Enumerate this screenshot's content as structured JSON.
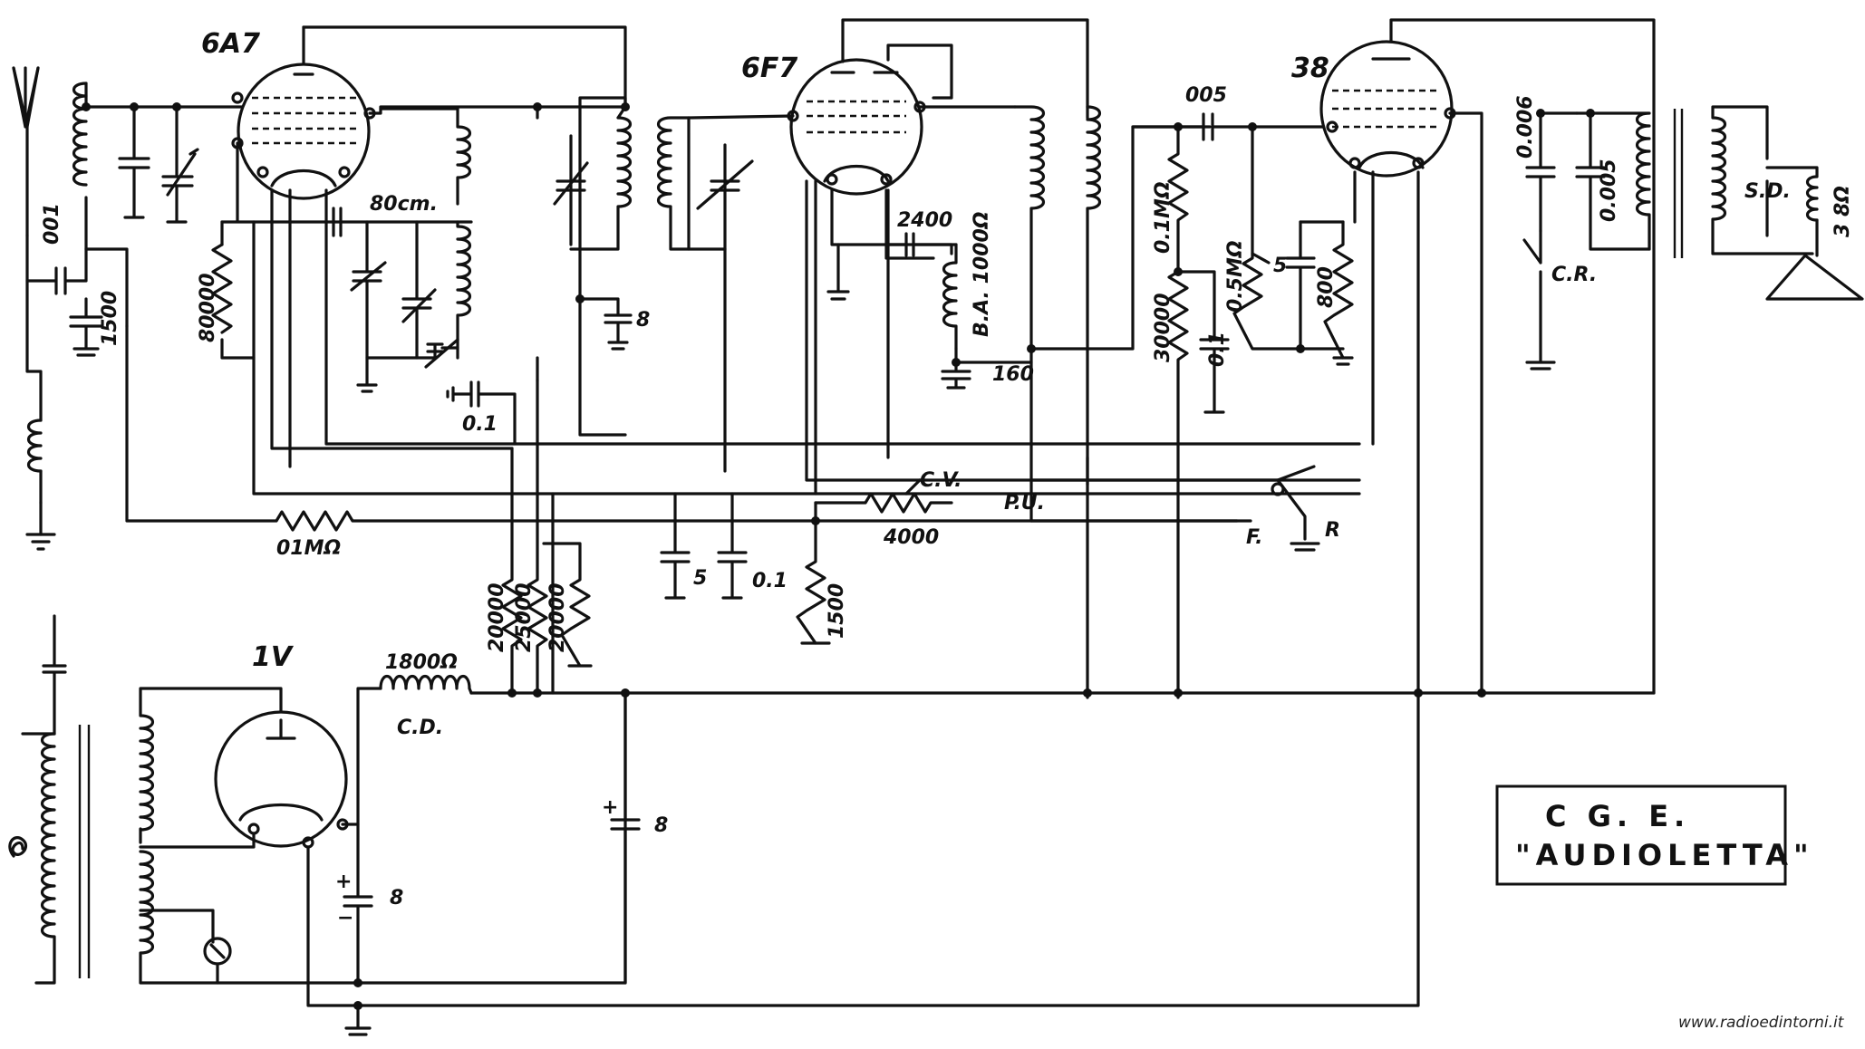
{
  "title": {
    "line1": "C G. E.",
    "line2": "\"AUDIOLETTA\""
  },
  "watermark": "www.radioedintorni.it",
  "tubes": [
    {
      "id": "converter",
      "label": "6A7"
    },
    {
      "id": "if_amp",
      "label": "6F7"
    },
    {
      "id": "output",
      "label": "38"
    },
    {
      "id": "rectifier",
      "label": "1V"
    }
  ],
  "labels": {
    "c_ant": "001",
    "c_1500": "1500",
    "r_80000": "80000",
    "c_80cm": "80cm.",
    "c_01_a": "0.1",
    "c_8_top": "8",
    "c_2400": "2400",
    "ba": "B.A. 1000Ω",
    "c_160": "160",
    "c_005": "005",
    "r_01mohm_b": "0.1MΩ",
    "r_30000": "30000",
    "c_01_b": "0.1",
    "r_05mohm": "0.5MΩ",
    "c_5_b": "5",
    "r_800": "800",
    "c_0005": "0.005",
    "c_0006": "0.006",
    "cr": "C.R.",
    "sd": "S.D.",
    "spk": "3 8Ω",
    "r_01mohm": "01MΩ",
    "cv": "C.V.",
    "pu": "P.U.",
    "r_4000": "4000",
    "f": "F.",
    "r_sw": "R",
    "c_5_a": "5",
    "c_01_c": "0.1",
    "r_1500": "1500",
    "r_20000_a": "20000",
    "r_25000": "25000",
    "r_20000_b": "20000",
    "choke_r": "1800Ω",
    "cd": "C.D.",
    "c_8_mid": "8",
    "c_8_low": "8"
  },
  "colors": {
    "ink": "#111111",
    "paper": "#ffffff"
  }
}
